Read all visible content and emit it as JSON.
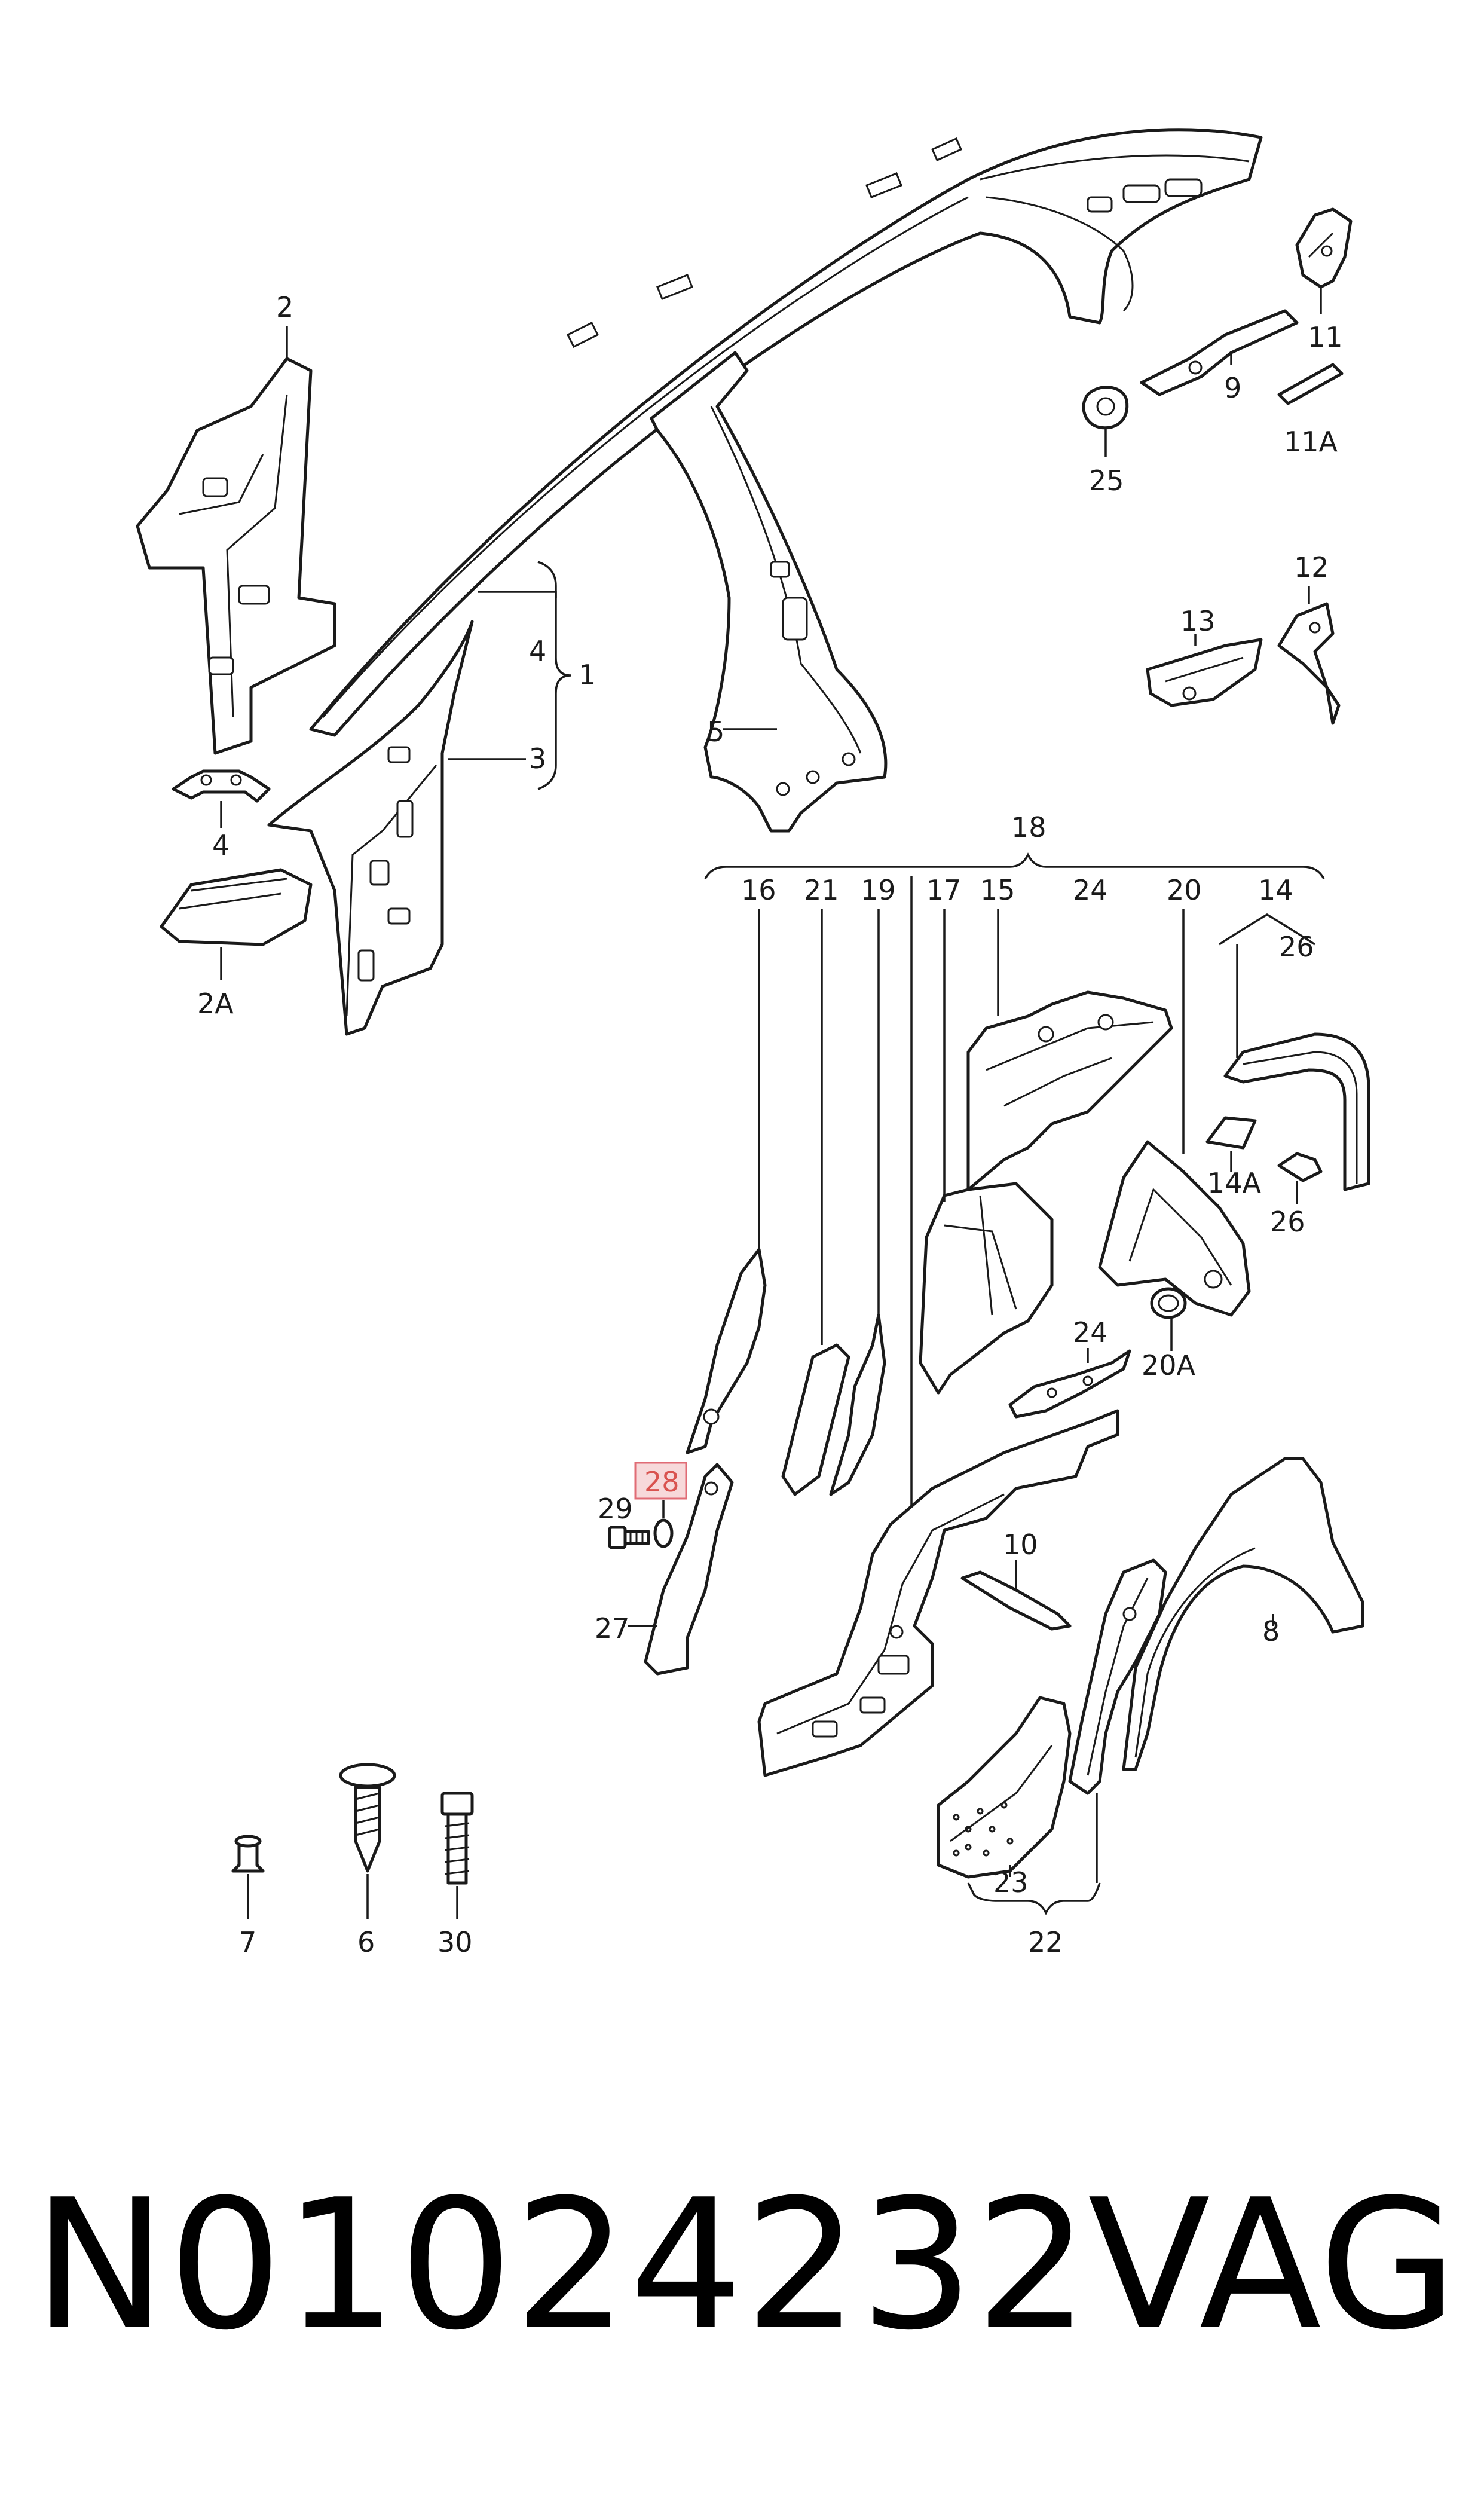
{
  "diagram": {
    "part_number": "N01024232",
    "brand": "VAG",
    "highlight_color": "#e06c75",
    "callouts": {
      "c2": "2",
      "c4a": "4",
      "c1": "1",
      "c4b": "4",
      "c3": "3",
      "c2A": "2A",
      "c5": "5",
      "c11": "11",
      "c9": "9",
      "c11A": "11A",
      "c25": "25",
      "c12": "12",
      "c13": "13",
      "c18": "18",
      "c16": "16",
      "c21": "21",
      "c19": "19",
      "c17": "17",
      "c15": "15",
      "c24a": "24",
      "c20": "20",
      "c14": "14",
      "c26a": "26",
      "c14A": "14A",
      "c26b": "26",
      "c20A": "20A",
      "c24b": "24",
      "c28": "28",
      "c29": "29",
      "c27": "27",
      "c10": "10",
      "c8": "8",
      "c23": "23",
      "c22": "22",
      "c7": "7",
      "c6": "6",
      "c30": "30"
    }
  }
}
